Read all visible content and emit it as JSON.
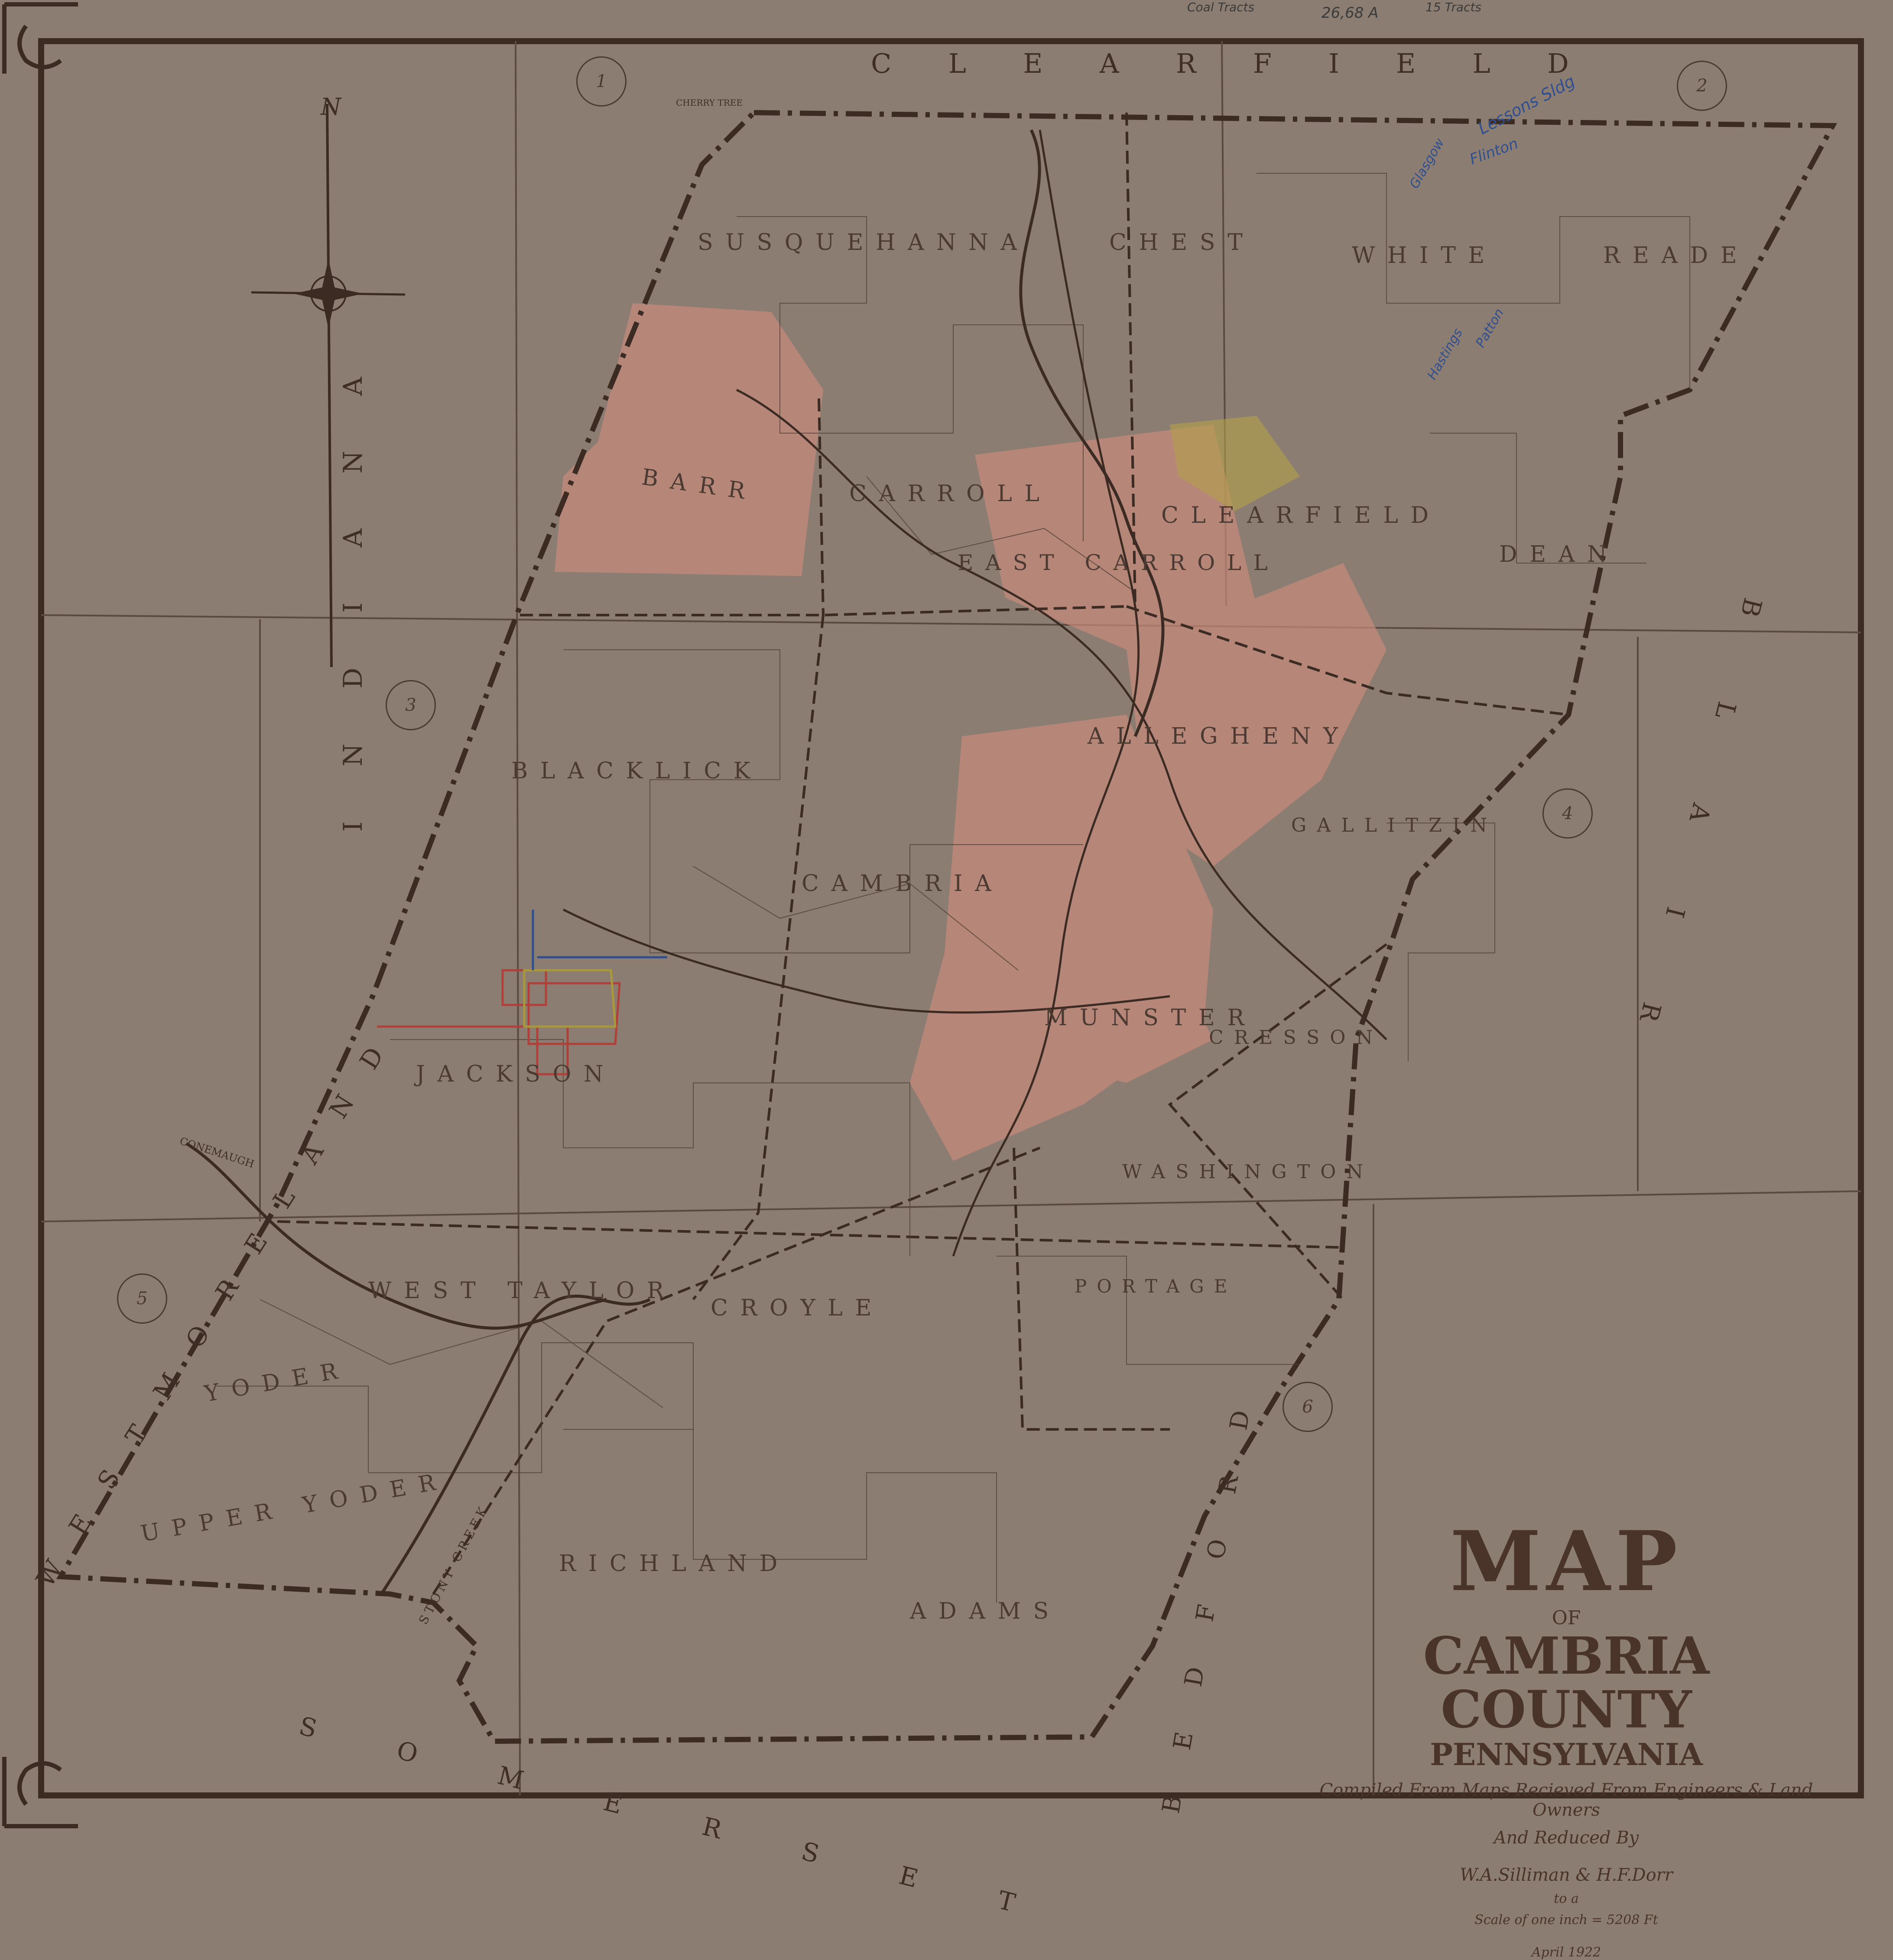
{
  "colors": {
    "paper": "#8c7d72",
    "ink": "#3e2e26",
    "pink_shading": "#c88a7c",
    "yellow_shading": "#b3a24a",
    "blue_ink": "#2f4f8f",
    "red_outline": "#b0403a"
  },
  "title": {
    "main": "MAP",
    "of": "OF",
    "county": "CAMBRIA COUNTY",
    "state": "PENNSYLVANIA",
    "compiled": "Compiled From Maps Recieved From Engineers & Land Owners",
    "reduced": "And Reduced By",
    "authors": "W.A.Silliman & H.F.Dorr",
    "to_a": "to a",
    "scale": "Scale of one inch = 5208 Ft",
    "date": "April 1922"
  },
  "neighbors": {
    "north": "C L E A R F I E L D",
    "west": "I N D I A N A",
    "southwest": "W E S T M O R E L A N D",
    "south": "S O M E R S E T",
    "southeast": "B E D F O R D",
    "east": "B L A I R"
  },
  "townships": {
    "susquehanna": "SUSQUEHANNA",
    "chest": "CHEST",
    "white": "WHITE",
    "reade": "READE",
    "barr": "BARR",
    "carroll": "CARROLL",
    "clearfield": "CLEARFIELD",
    "east_carroll": "EAST CARROLL",
    "dean": "DEAN",
    "blacklick": "BLACKLICK",
    "allegheny": "ALLEGHENY",
    "gallitzin": "GALLITZIN",
    "cambria": "CAMBRIA",
    "munster": "MUNSTER",
    "cresson": "CRESSON",
    "jackson": "JACKSON",
    "washington": "WASHINGTON",
    "west_taylor": "WEST TAYLOR",
    "croyle": "CROYLE",
    "portage": "PORTAGE",
    "yoder": "YODER",
    "upper_yoder": "UPPER YODER",
    "richland": "RICHLAND",
    "adams": "ADAMS"
  },
  "streams": {
    "conemaugh": "CONEMAUGH",
    "stony_creek": "STONY CREEK",
    "cherry_tree": "CHERRY TREE"
  },
  "compass": {
    "north": "N"
  },
  "sheet_numbers": [
    "1",
    "2",
    "3",
    "4",
    "5",
    "6"
  ],
  "annotations": {
    "top_1": "Coal Tracts",
    "top_2": "26,68 A",
    "top_3": "15 Tracts",
    "blue_1": "Lessons Sldg",
    "blue_2": "Flinton",
    "blue_3": "Glasgow",
    "blue_4": "Hastings",
    "blue_5": "Patton"
  }
}
